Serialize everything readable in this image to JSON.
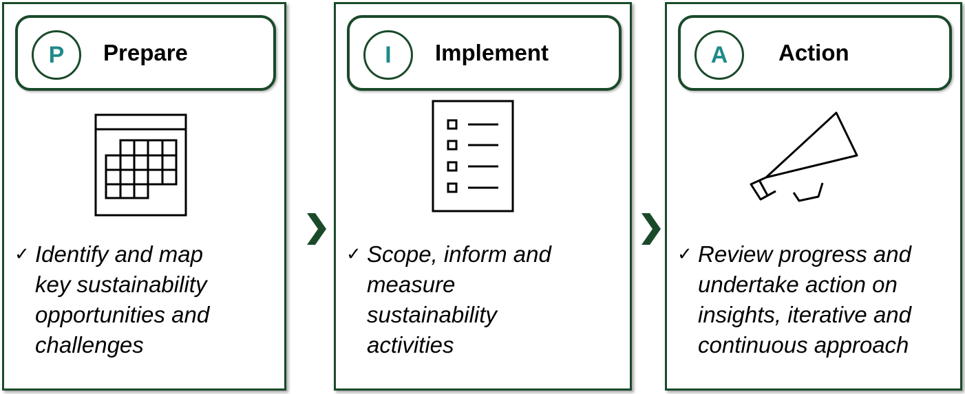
{
  "colors": {
    "border": "#1a4a2a",
    "letter": "#1f8a8a",
    "arrow": "#1a4a2a"
  },
  "steps": [
    {
      "letter": "P",
      "title": "Prepare",
      "icon": "calendar-icon",
      "check": "✓",
      "description": "Identify and map key sustainability opportunities and challenges"
    },
    {
      "letter": "I",
      "title": "Implement",
      "icon": "checklist-icon",
      "check": "✓",
      "description": "Scope, inform and measure sustainability activities"
    },
    {
      "letter": "A",
      "title": "Action",
      "icon": "megaphone-icon",
      "check": "✓",
      "description": "Review progress and undertake action on insights, iterative and continuous approach"
    }
  ]
}
